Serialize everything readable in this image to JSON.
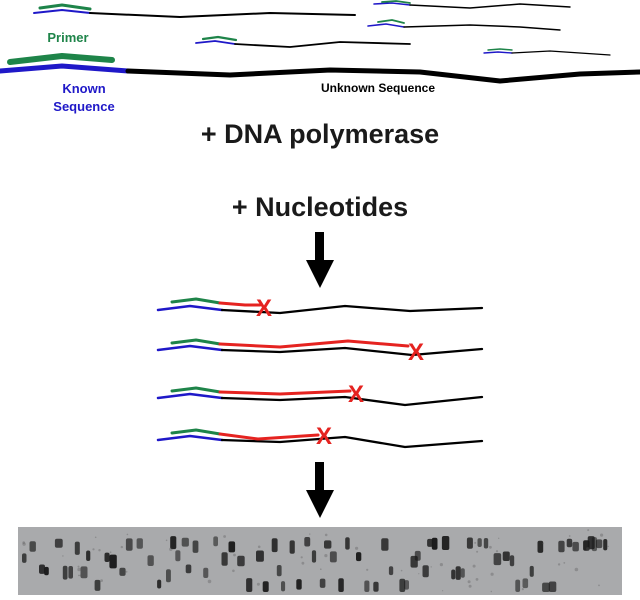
{
  "labels": {
    "primer": "Primer",
    "known_line1": "Known",
    "known_line2": "Sequence",
    "unknown": "Unknown Sequence",
    "step_polymerase": "+ DNA polymerase",
    "step_nucleotides": "+ Nucleotides",
    "terminator_mark": "X"
  },
  "colors": {
    "primer": "#1e8449",
    "known": "#1f18c8",
    "unknown": "#000000",
    "extension": "#e52320",
    "terminator": "#e52320",
    "gel_background": "#a9aaac",
    "gel_band": "#1a1a1a"
  },
  "icons": [
    "down-arrow-icon",
    "down-arrow-icon"
  ],
  "gel_image": "sequencing-gel-photo"
}
